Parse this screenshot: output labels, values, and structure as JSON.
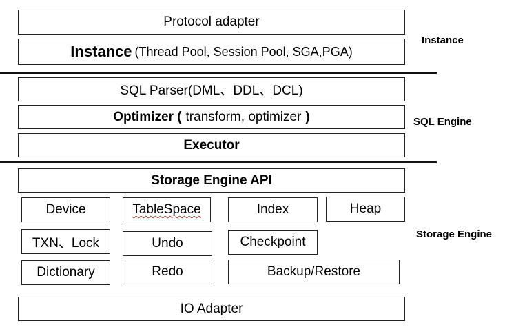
{
  "instance_layer": {
    "label": "Instance",
    "protocol_adapter": "Protocol adapter",
    "instance_title": "Instance",
    "instance_detail": "(Thread Pool, Session Pool, SGA,PGA)"
  },
  "sql_engine_layer": {
    "label": "SQL Engine",
    "sql_parser": "SQL Parser(DML、DDL、DCL)",
    "optimizer_title": "Optimizer (",
    "optimizer_detail": "transform, optimizer",
    "optimizer_close": ")",
    "executor": "Executor"
  },
  "storage_engine_layer": {
    "label": "Storage Engine",
    "api": "Storage Engine API",
    "modules": {
      "device": "Device",
      "tablespace": "TableSpace",
      "index": "Index",
      "heap": "Heap",
      "txn_lock": "TXN、Lock",
      "undo": "Undo",
      "checkpoint": "Checkpoint",
      "dictionary": "Dictionary",
      "redo": "Redo",
      "backup_restore": "Backup/Restore"
    },
    "io_adapter": "IO Adapter"
  }
}
